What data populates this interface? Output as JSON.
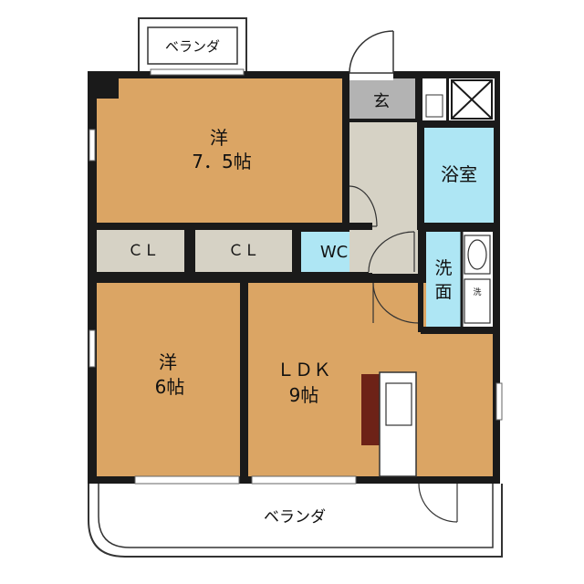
{
  "colors": {
    "wood": "#dba564",
    "closet": "#d6d2c5",
    "water": "#aee6f4",
    "entry": "#b3b3b3",
    "wall": "#1a1a1a",
    "kitchen_counter": "#6d2217"
  },
  "rooms": {
    "western_1": {
      "name": "洋",
      "size": "7．5帖"
    },
    "western_2": {
      "name": "洋",
      "size": "6帖"
    },
    "ldk": {
      "name": "ＬＤＫ",
      "size": "9帖"
    },
    "closet_1": "ＣＬ",
    "closet_2": "ＣＬ",
    "wc": "WC",
    "entrance": "玄",
    "bath": "浴室",
    "washroom_1": "洗",
    "washroom_2": "面",
    "washbasin": "洗"
  },
  "balcony_top": "ベランダ",
  "balcony_bottom": "ベランダ",
  "icons": [
    "meter-box-icon",
    "washing-machine-icon",
    "washbasin-icon",
    "sink-icon",
    "door-swing-icon"
  ]
}
